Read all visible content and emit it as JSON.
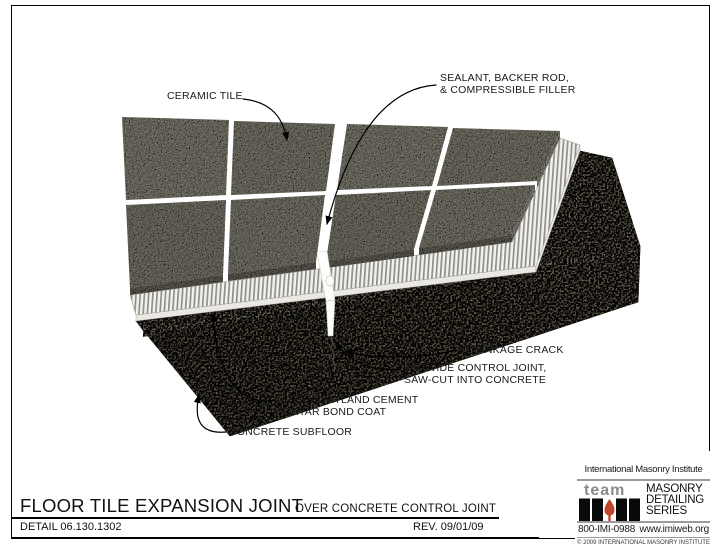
{
  "drawing": {
    "labels": {
      "ceramic_tile": "CERAMIC TILE",
      "sealant_line1": "SEALANT, BACKER ROD,",
      "sealant_line2": "& COMPRESSIBLE FILLER",
      "shrinkage_crack": "SHRINKAGE CRACK",
      "control_joint_line1": "1/4\" WIDE CONTROL JOINT,",
      "control_joint_line2": "SAW-CUT INTO CONCRETE",
      "mortar_line1": "LATEX-PORTLAND CEMENT",
      "mortar_line2": "MORTAR BOND COAT",
      "subfloor": "CONCRETE SUBFLOOR"
    },
    "colors": {
      "tile": "#b4b1a0",
      "tile_edge_dark": "#8e8b7c",
      "tile_edge_light": "#c6c3b4",
      "grout_white": "#ffffff",
      "mortar_ridge": "#8f8f8a",
      "concrete_ledge": "#b6ac92",
      "concrete_face": "#a89d82",
      "leader_black": "#000000"
    }
  },
  "title_block": {
    "title": "FLOOR TILE EXPANSION JOINT",
    "subtitle": "OVER CONCRETE CONTROL JOINT",
    "detail_number": "DETAIL 06.130.1302",
    "revision": "REV. 09/01/09"
  },
  "logo": {
    "institute": "International Masonry Institute",
    "team": "team",
    "series_line1": "MASONRY",
    "series_line2": "DETAILING",
    "series_line3": "SERIES",
    "phone": "800-IMI-0988",
    "website": "www.imiweb.org",
    "copyright": "© 2009 INTERNATIONAL MASONRY INSTITUTE",
    "accent_red": "#c0452c"
  }
}
